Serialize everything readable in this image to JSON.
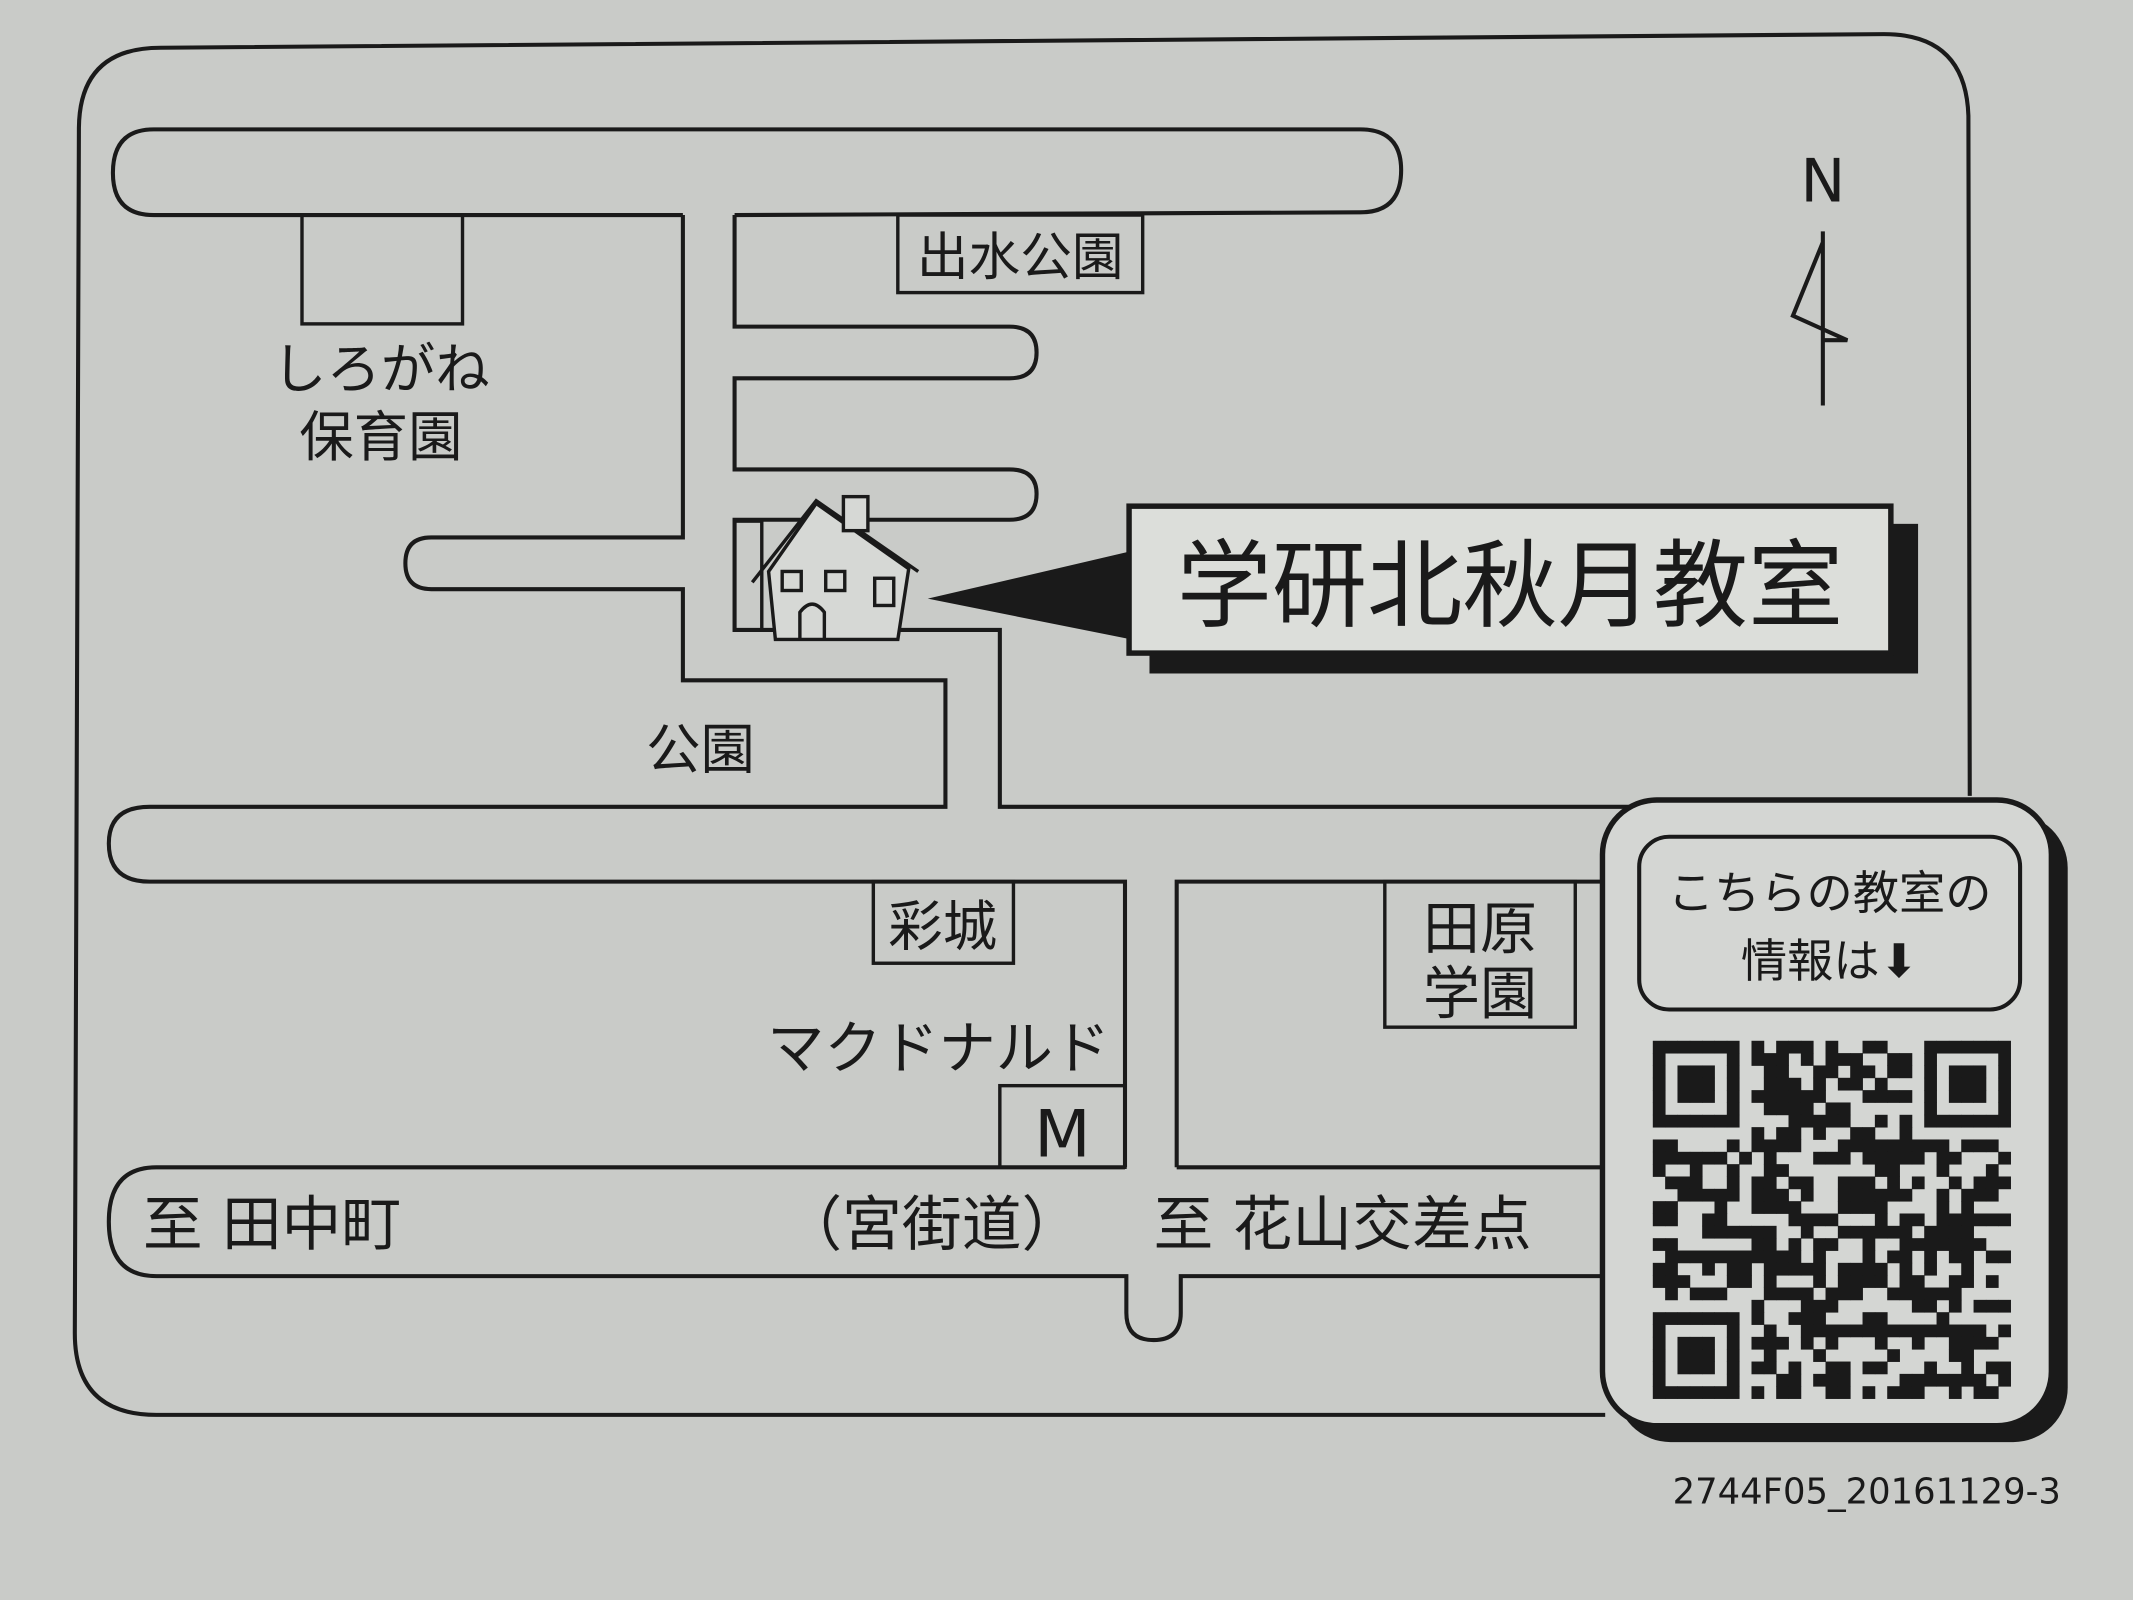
{
  "map": {
    "school_label": "学研北秋月教室",
    "north_label": "N",
    "landmarks": {
      "nursery_line1": "しろがね",
      "nursery_line2": "保育園",
      "izumi_park": "出水公園",
      "park": "公園",
      "saijo": "彩城",
      "mcdonalds": "マクドナルド",
      "mcdonalds_logo": "M",
      "tahara_line1": "田原",
      "tahara_line2": "学園"
    },
    "road_labels": {
      "to_west": "至 田中町",
      "road_name": "（宮街道）",
      "to_east": "至 花山交差点"
    },
    "qr_panel": {
      "text_line1": "こちらの教室の",
      "text_line2": "情報は⬇"
    },
    "footer_code": "2744F05_20161129-3"
  },
  "colors": {
    "paper": "#c9cbc8",
    "ink": "#1a1a1a",
    "panel": "#d4d6d3"
  }
}
